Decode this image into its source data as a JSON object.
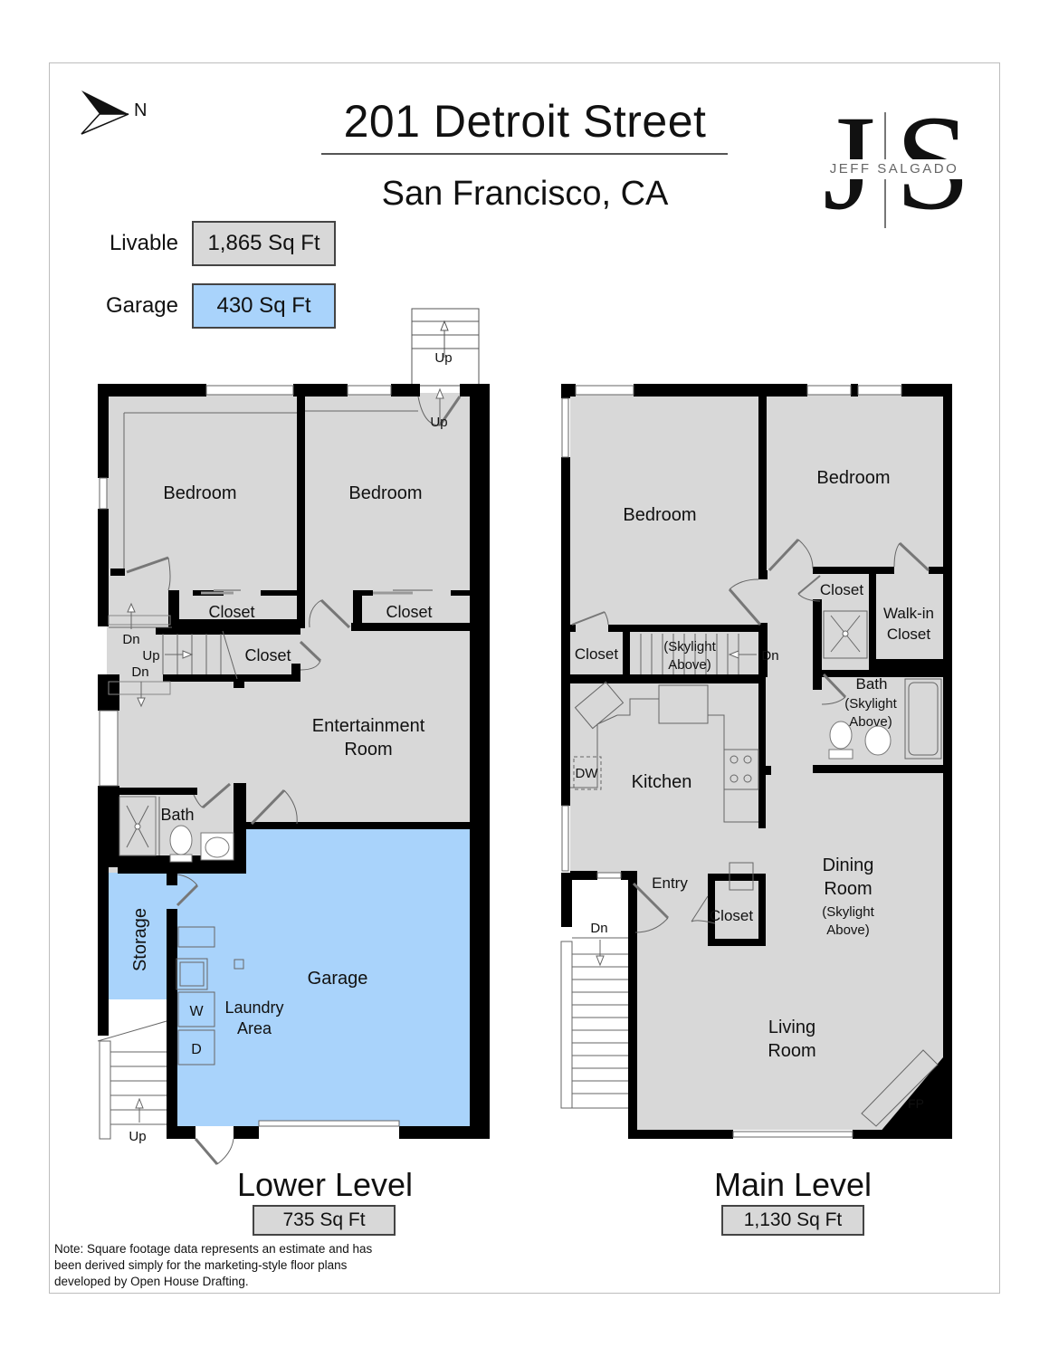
{
  "header": {
    "title": "201 Detroit Street",
    "subtitle": "San Francisco, CA",
    "compass_label": "N",
    "compass_icon": "north-arrow-icon"
  },
  "logo": {
    "letter_left": "J",
    "letter_right": "S",
    "name": "JEFF SALGADO"
  },
  "areas": {
    "livable": {
      "label": "Livable",
      "value": "1,865 Sq Ft",
      "color": "#d8d8d8"
    },
    "garage": {
      "label": "Garage",
      "value": "430 Sq Ft",
      "color": "#a9d3fb"
    }
  },
  "lower_level": {
    "title": "Lower Level",
    "area": "735 Sq Ft",
    "rooms": {
      "bedroom_1": "Bedroom",
      "bedroom_2": "Bedroom",
      "closet_1": "Closet",
      "closet_2": "Closet",
      "closet_3": "Closet",
      "entertainment_1": "Entertainment",
      "entertainment_2": "Room",
      "bath": "Bath",
      "storage": "Storage",
      "garage": "Garage",
      "laundry_1": "Laundry",
      "laundry_2": "Area",
      "washer": "W",
      "dryer": "D"
    },
    "stairs": {
      "exterior_up": "Up",
      "door_up": "Up",
      "interior_dn_1": "Dn",
      "interior_up": "Up",
      "interior_dn_2": "Dn",
      "side_up": "Up"
    }
  },
  "main_level": {
    "title": "Main Level",
    "area": "1,130 Sq Ft",
    "rooms": {
      "bedroom_1": "Bedroom",
      "bedroom_2": "Bedroom",
      "closet_1": "Closet",
      "closet_2": "Closet",
      "closet_3": "Closet",
      "walkin_1": "Walk-in",
      "walkin_2": "Closet",
      "stair_skylight_1": "(Skylight",
      "stair_skylight_2": "Above)",
      "stair_dn": "Dn",
      "bath": "Bath",
      "bath_skylight_1": "(Skylight",
      "bath_skylight_2": "Above)",
      "kitchen": "Kitchen",
      "dishwasher": "DW",
      "entry": "Entry",
      "dining_1": "Dining",
      "dining_2": "Room",
      "dining_skylight_1": "(Skylight",
      "dining_skylight_2": "Above)",
      "living_1": "Living",
      "living_2": "Room",
      "fireplace": "FP",
      "entry_stair_dn": "Dn"
    }
  },
  "colors": {
    "wall": "#000000",
    "floor": "#d8d8d8",
    "garage_floor": "#a9d3fb",
    "fixture_line": "#666666"
  },
  "note": "Note: Square footage data represents an estimate and has been derived simply for the marketing-style floor plans developed by Open House Drafting."
}
